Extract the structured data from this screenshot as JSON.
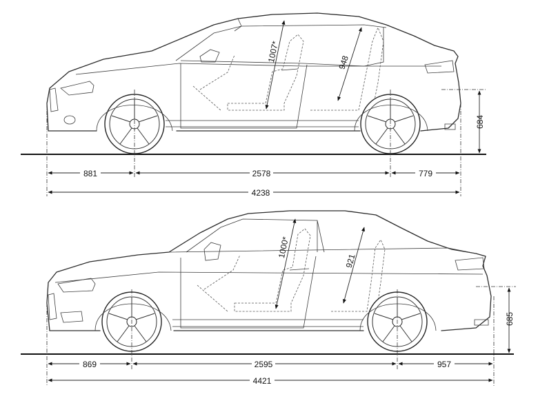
{
  "top_car": {
    "dims": {
      "front_overhang": "881",
      "wheelbase": "2578",
      "rear_overhang": "779",
      "overall_length": "4238",
      "height": "684",
      "front_headroom": "1007*",
      "rear_headroom": "948"
    }
  },
  "bottom_car": {
    "dims": {
      "front_overhang": "869",
      "wheelbase": "2595",
      "rear_overhang": "957",
      "overall_length": "4421",
      "height": "685",
      "front_headroom": "1000*",
      "rear_headroom": "921"
    }
  },
  "colors": {
    "line": "#2a2a2a",
    "background": "#ffffff"
  }
}
